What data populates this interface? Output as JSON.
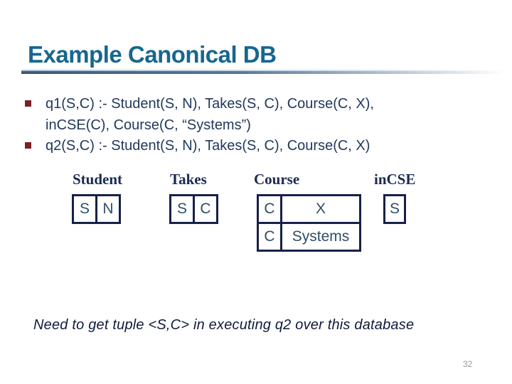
{
  "slide": {
    "title": "Example Canonical DB",
    "page_number": "32"
  },
  "bullets": [
    {
      "lines": [
        "q1(S,C) :- Student(S, N), Takes(S, C), Course(C, X),",
        "inCSE(C), Course(C, “Systems”)"
      ]
    },
    {
      "lines": [
        "q2(S,C) :- Student(S, N), Takes(S, C), Course(C, X)"
      ]
    }
  ],
  "tables": {
    "student": {
      "label": "Student",
      "rows": [
        [
          "S",
          "N"
        ]
      ]
    },
    "takes": {
      "label": "Takes",
      "rows": [
        [
          "S",
          "C"
        ]
      ]
    },
    "course": {
      "label": "Course",
      "rows": [
        [
          "C",
          "X"
        ],
        [
          "C",
          "Systems"
        ]
      ]
    },
    "incse": {
      "label": "inCSE",
      "rows": [
        [
          "S"
        ]
      ]
    }
  },
  "footer": {
    "note": "Need to get tuple <S,C> in executing q2 over this database"
  },
  "colors": {
    "title": "#17678F",
    "body_text": "#21395C",
    "bullet_marker": "#7B2125",
    "table_border": "#16204A",
    "table_header_text": "#1A2A52",
    "table_cell_text": "#2E4F66",
    "footer_text": "#0F1A3C",
    "page_number": "#9a9a9a",
    "rule_gradient_start": "#38597e"
  }
}
